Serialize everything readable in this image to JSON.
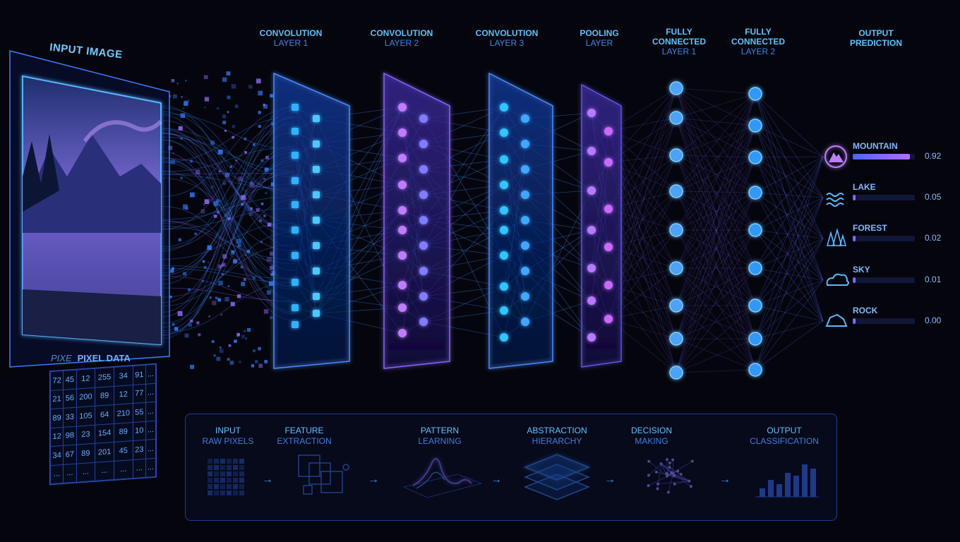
{
  "input": {
    "title": "INPUT IMAGE",
    "pixel_title": "PIXEL DATA",
    "pixel_prefix": "PIXE",
    "pixel_rows": [
      [
        "72",
        "45",
        "12",
        "255",
        "34",
        "91",
        "..."
      ],
      [
        "21",
        "56",
        "200",
        "89",
        "12",
        "77",
        "..."
      ],
      [
        "89",
        "33",
        "105",
        "64",
        "210",
        "55",
        "..."
      ],
      [
        "12",
        "98",
        "23",
        "154",
        "89",
        "10",
        "..."
      ],
      [
        "34",
        "67",
        "89",
        "201",
        "45",
        "23",
        "..."
      ],
      [
        "...",
        "...",
        "...",
        "...",
        "...",
        "...",
        "..."
      ]
    ]
  },
  "layers": [
    {
      "line1": "CONVOLUTION",
      "line2": "LAYER 1"
    },
    {
      "line1": "CONVOLUTION",
      "line2": "LAYER 2"
    },
    {
      "line1": "CONVOLUTION",
      "line2": "LAYER 3"
    },
    {
      "line1": "POOLING",
      "line2": "LAYER"
    },
    {
      "line1": "FULLY",
      "line2": "CONNECTED",
      "line3": "LAYER 1"
    },
    {
      "line1": "FULLY",
      "line2": "CONNECTED",
      "line3": "LAYER 2"
    },
    {
      "line1": "OUTPUT",
      "line2": "PREDICTION"
    }
  ],
  "predictions": [
    {
      "label": "MOUNTAIN",
      "value": "0.92",
      "score": 0.92,
      "icon": "mountain-icon"
    },
    {
      "label": "LAKE",
      "value": "0.05",
      "score": 0.05,
      "icon": "waves-icon"
    },
    {
      "label": "FOREST",
      "value": "0.02",
      "score": 0.02,
      "icon": "trees-icon"
    },
    {
      "label": "SKY",
      "value": "0.01",
      "score": 0.01,
      "icon": "cloud-icon"
    },
    {
      "label": "ROCK",
      "value": "0.00",
      "score": 0.0,
      "icon": "rock-icon"
    }
  ],
  "steps": [
    {
      "title": "INPUT",
      "sub": "RAW PIXELS",
      "icon": "pixel-grid-icon"
    },
    {
      "title": "FEATURE",
      "sub": "EXTRACTION",
      "icon": "feature-boxes-icon"
    },
    {
      "title": "PATTERN",
      "sub": "LEARNING",
      "icon": "surface-plot-icon"
    },
    {
      "title": "ABSTRACTION",
      "sub": "HIERARCHY",
      "icon": "layer-stack-icon"
    },
    {
      "title": "DECISION",
      "sub": "MAKING",
      "icon": "brain-network-icon"
    },
    {
      "title": "OUTPUT",
      "sub": "CLASSIFICATION",
      "icon": "bar-chart-icon"
    }
  ],
  "colors": {
    "background": "#05060d",
    "blue": "#2f8bff",
    "cyan": "#38c6ff",
    "violet": "#b36bff",
    "panel_border": "#1f3d9a"
  }
}
